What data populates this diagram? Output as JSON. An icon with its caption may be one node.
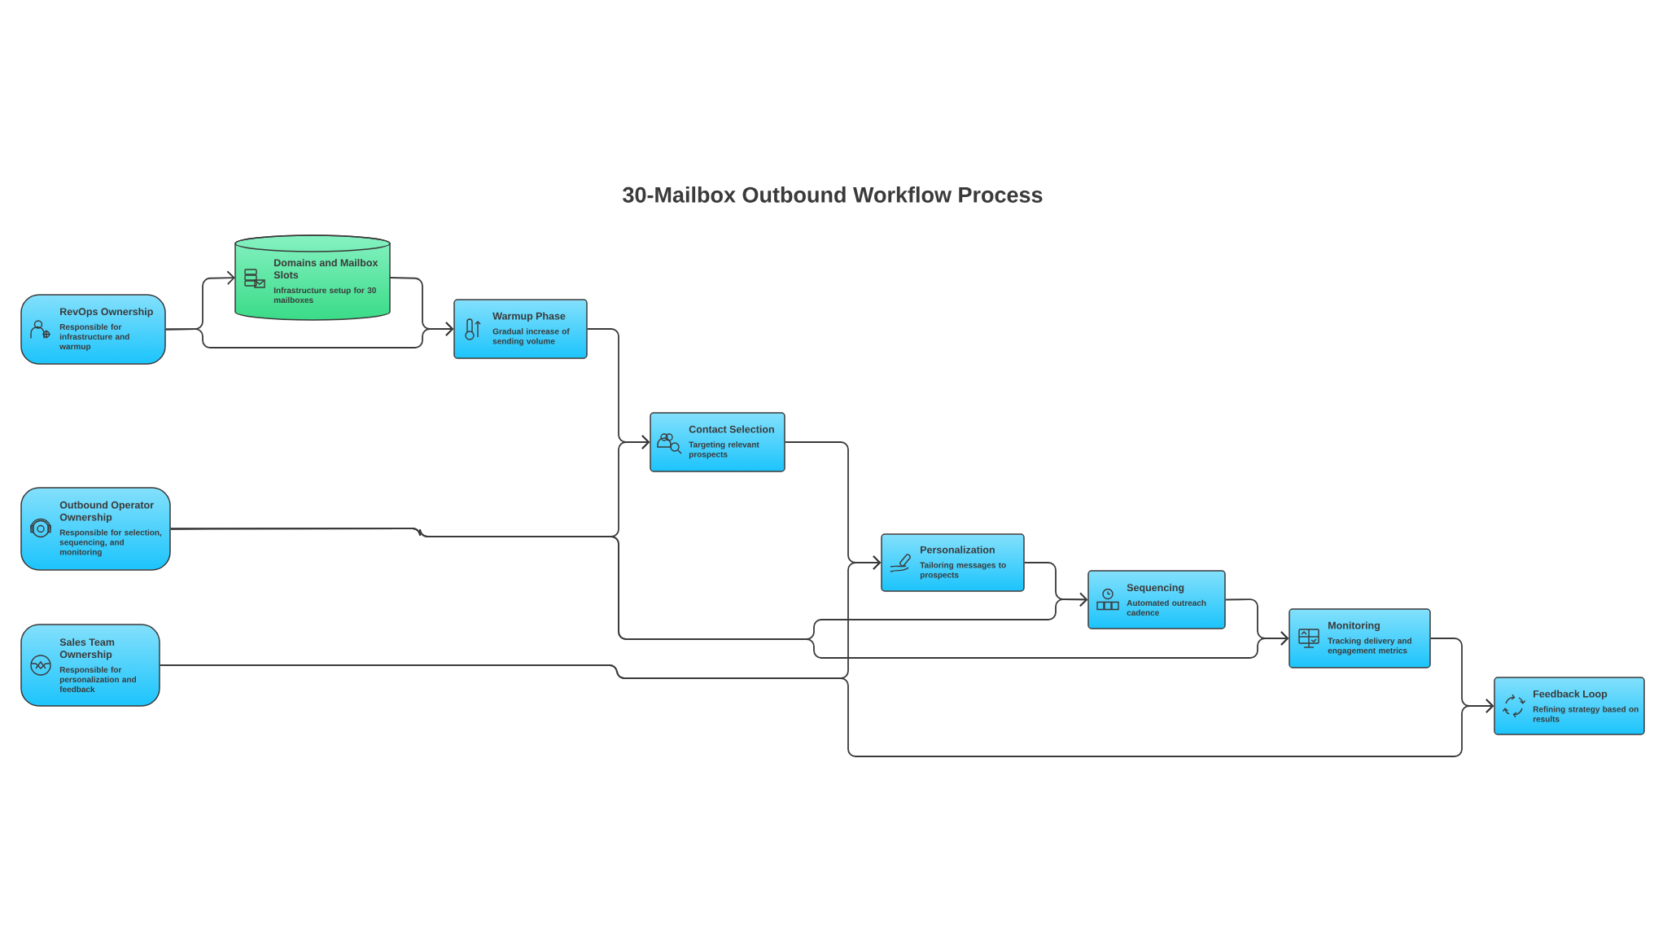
{
  "diagram": {
    "title": "30-Mailbox Outbound Workflow Process",
    "nodes": [
      {
        "text": [
          "RevOps Ownership",
          "Responsible for infrastructure and warmup"
        ]
      },
      {
        "text": [
          "Domains and Mailbox Slots",
          "Infrastructure setup for 30 mailboxes"
        ]
      },
      {
        "text": [
          "Warmup Phase",
          "Gradual increase of sending volume"
        ]
      },
      {
        "text": [
          "Contact Selection",
          "Targeting relevant prospects"
        ]
      },
      {
        "text": [
          "Outbound Operator Ownership",
          "Responsible for selection, sequencing, and monitoring"
        ]
      },
      {
        "text": [
          "Personalization",
          "Tailoring messages to prospects"
        ]
      },
      {
        "text": [
          "Sequencing",
          "Automated outreach cadence"
        ]
      },
      {
        "text": [
          "Monitoring",
          "Tracking delivery and engagement metrics"
        ]
      },
      {
        "text": [
          "Sales Team Ownership",
          "Responsible for personalization and feedback"
        ]
      },
      {
        "text": [
          "Feedback Loop",
          "Refining strategy based on results"
        ]
      }
    ],
    "edges": [
      {
        "from": 0,
        "to": 1,
        "arrow": "to"
      },
      {
        "from": 0,
        "to": 2,
        "arrow": "to"
      },
      {
        "from": 1,
        "to": 2,
        "arrow": "to"
      },
      {
        "from": 2,
        "to": 3,
        "arrow": "to"
      },
      {
        "from": 4,
        "to": 3,
        "arrow": "to"
      },
      {
        "from": 4,
        "to": 6,
        "arrow": "to"
      },
      {
        "from": 4,
        "to": 7,
        "arrow": "to"
      },
      {
        "from": 3,
        "to": 5,
        "arrow": "to"
      },
      {
        "from": 8,
        "to": 5,
        "arrow": "to"
      },
      {
        "from": 8,
        "to": 9,
        "arrow": "to"
      },
      {
        "from": 5,
        "to": 6,
        "arrow": "to"
      },
      {
        "from": 6,
        "to": 7,
        "arrow": "to"
      },
      {
        "from": 7,
        "to": 9,
        "arrow": "to"
      }
    ]
  }
}
